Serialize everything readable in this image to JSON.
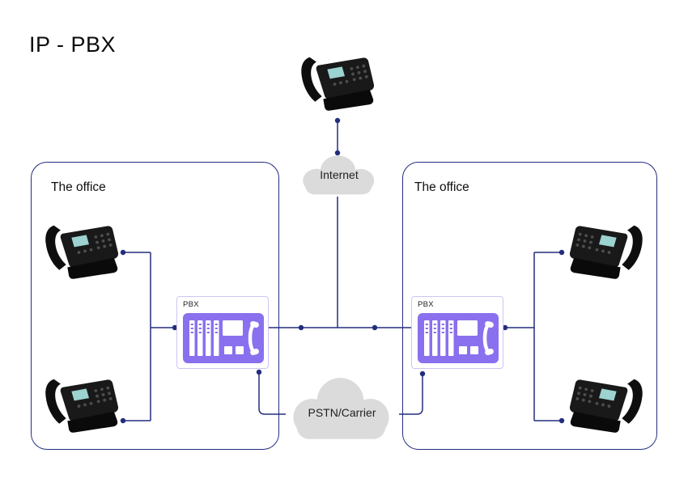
{
  "title": "IP - PBX",
  "offices": [
    {
      "label": "The office"
    },
    {
      "label": "The office"
    }
  ],
  "pbx": {
    "label": "PBX"
  },
  "clouds": {
    "internet": {
      "label": "Internet"
    },
    "pstn": {
      "label": "PSTN/Carrier"
    }
  },
  "colors": {
    "line_navy": "#232d7e",
    "office_border": "#232d7e",
    "pbx_purple": "#8a70ee",
    "cloud_gray": "#dbdbdb",
    "phone_black": "#141414",
    "background": "#ffffff"
  },
  "icons": {
    "ip_phone": "ip-phone-icon",
    "pbx_device": "pbx-device-icon",
    "internet_cloud": "cloud-icon",
    "pstn_cloud": "cloud-icon"
  }
}
